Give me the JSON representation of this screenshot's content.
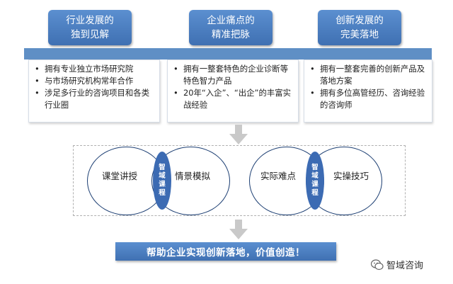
{
  "header_cards": [
    {
      "line1": "行业发展的",
      "line2": "独到见解"
    },
    {
      "line1": "企业痛点的",
      "line2": "精准把脉"
    },
    {
      "line1": "创新发展的",
      "line2": "完美落地"
    }
  ],
  "panels": [
    {
      "items": [
        "拥有专业独立市场研究院",
        "与市场研究机构常年合作",
        "涉足多行业的咨询项目和各类行业圈"
      ]
    },
    {
      "items": [
        "拥有一整套特色的企业诊断等特色智力产品",
        "20年“入企”、“出企”的丰富实战经验"
      ]
    },
    {
      "items": [
        "拥有一整套完善的创新产品及落地方案",
        "拥有多位高管经历、咨询经验的咨询师"
      ]
    }
  ],
  "venn_left": {
    "left": "课堂讲授",
    "right": "情景模拟",
    "center": [
      "智",
      "域",
      "课",
      "程"
    ]
  },
  "venn_right": {
    "left": "实际难点",
    "right": "实操技巧",
    "center": [
      "智",
      "域",
      "课",
      "程"
    ]
  },
  "slogan": "帮助企业实现创新落地，价值创造！",
  "brand": {
    "name": "智域咨询",
    "icon": "wechat-icon"
  },
  "colors": {
    "accent": "#3f70b2",
    "bar": "#5f8fc5",
    "lens": "#3c6bb3",
    "circle_stroke": "#1d3f73",
    "arrow": "#c9c9c9"
  }
}
